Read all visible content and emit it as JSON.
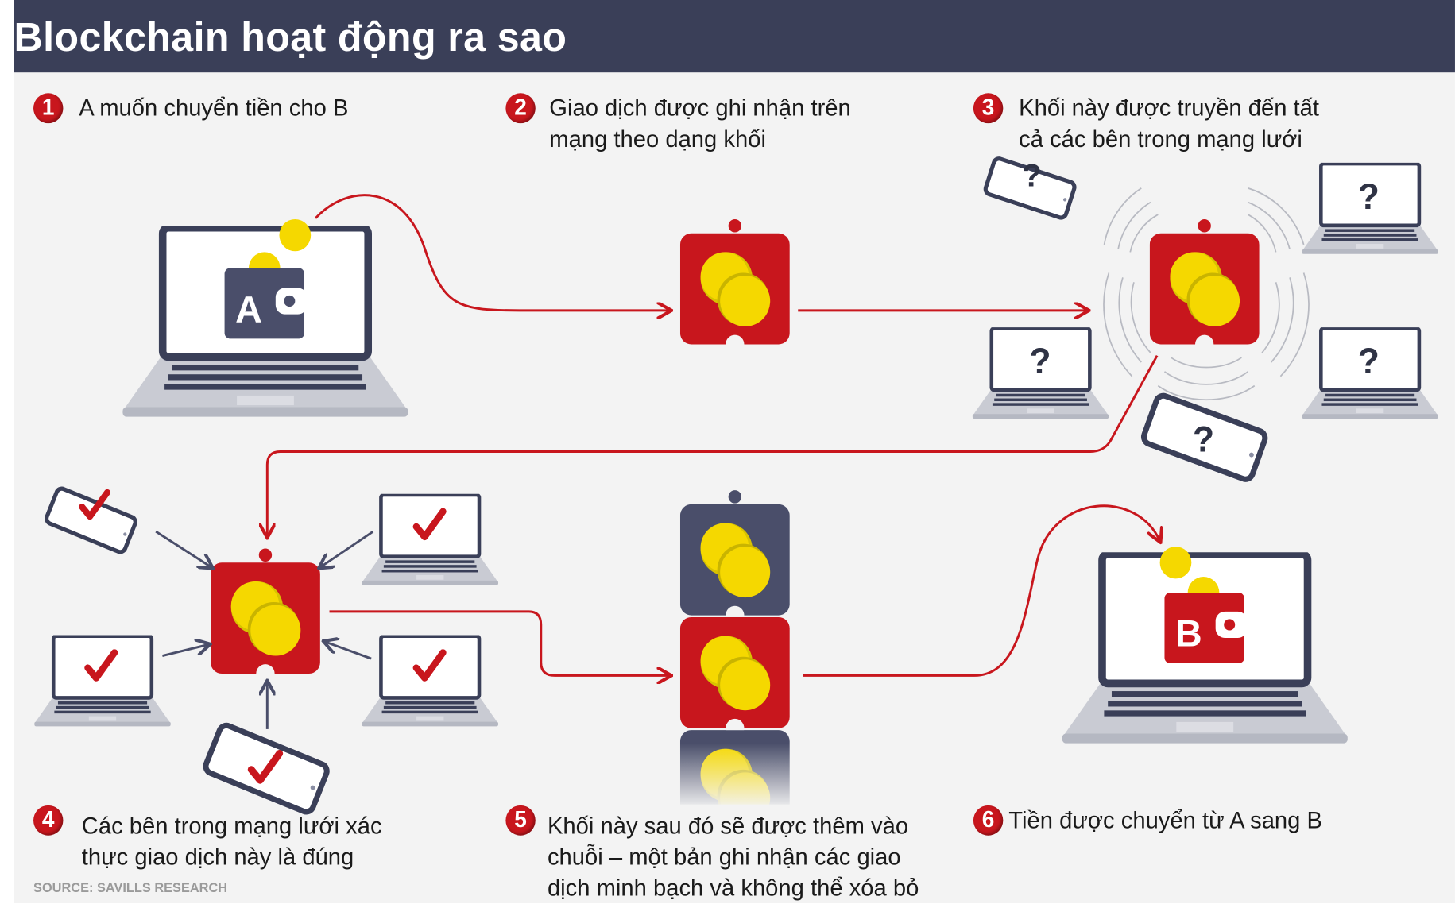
{
  "header": {
    "title": "Blockchain hoạt động ra sao"
  },
  "steps": [
    {
      "number": "1",
      "lines": [
        "A muốn chuyển tiền cho B"
      ]
    },
    {
      "number": "2",
      "lines": [
        "Giao dịch được ghi nhận trên",
        "mạng theo dạng khối"
      ]
    },
    {
      "number": "3",
      "lines": [
        "Khối này được truyền đến tất",
        "cả các bên trong mạng lưới"
      ]
    },
    {
      "number": "4",
      "lines": [
        "Các bên trong mạng lưới xác",
        "thực giao dịch này là đúng"
      ]
    },
    {
      "number": "5",
      "lines": [
        "Khối này sau đó sẽ được thêm vào",
        "chuỗi – một bản ghi nhận các giao",
        "dịch minh bạch và không thể xóa bỏ"
      ]
    },
    {
      "number": "6",
      "lines": [
        "Tiền được chuyển từ A sang B"
      ]
    }
  ],
  "wallets": {
    "sender": "A",
    "receiver": "B"
  },
  "unknown_mark": "?",
  "source": "SOURCE: SAVILLS RESEARCH",
  "colors": {
    "header": "#3a3f58",
    "red": "#c8161d",
    "coin": "#f5d800",
    "dark_block": "#4a4e6a",
    "background": "#f3f3f3"
  }
}
